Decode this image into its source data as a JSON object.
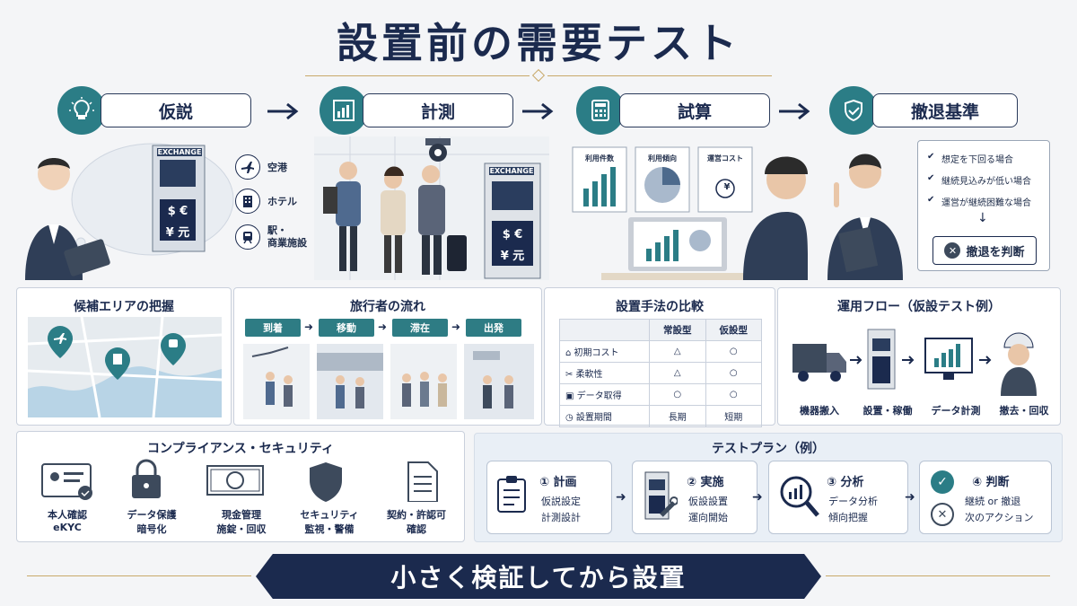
{
  "title": "設置前の需要テスト",
  "banner": "小さく検証してから設置",
  "steps": [
    {
      "label": "仮説",
      "icon": "lightbulb-icon"
    },
    {
      "label": "計測",
      "icon": "bar-chart-icon"
    },
    {
      "label": "試算",
      "icon": "calculator-icon"
    },
    {
      "label": "撤退基準",
      "icon": "shield-check-icon"
    }
  ],
  "hypothesis_places": [
    "空港",
    "ホテル",
    "駅・\n商業施設"
  ],
  "kiosk_sign": "EXCHANGE",
  "kiosk_currency": [
    "$ €",
    "¥ 元"
  ],
  "trial_cards": [
    "利用件数",
    "利用傾向",
    "運営コスト"
  ],
  "trial_yen": "¥",
  "exit_criteria": [
    "想定を下回る場合",
    "継続見込みが低い場合",
    "運営が継続困難な場合"
  ],
  "exit_decision": "撤退を判断",
  "panels": {
    "area": {
      "title": "候補エリアの把握"
    },
    "travelers": {
      "title": "旅行者の流れ",
      "flow": [
        "到着",
        "移動",
        "滞在",
        "出発"
      ]
    },
    "compare": {
      "title": "設置手法の比較",
      "headers": [
        "",
        "常設型",
        "仮設型"
      ],
      "rows": [
        {
          "label": "初期コスト",
          "a": "△",
          "b": "○"
        },
        {
          "label": "柔軟性",
          "a": "△",
          "b": "○"
        },
        {
          "label": "データ取得",
          "a": "○",
          "b": "○"
        },
        {
          "label": "設置期間",
          "a": "長期",
          "b": "短期"
        }
      ]
    },
    "ops": {
      "title": "運用フロー（仮設テスト例）",
      "steps": [
        "機器搬入",
        "設置・稼働",
        "データ計測",
        "撤去・回収"
      ]
    },
    "compliance": {
      "title": "コンプライアンス・セキュリティ",
      "items": [
        {
          "line1": "本人確認",
          "line2": "eKYC",
          "icon": "id-card-icon"
        },
        {
          "line1": "データ保護",
          "line2": "暗号化",
          "icon": "lock-icon"
        },
        {
          "line1": "現金管理",
          "line2": "施錠・回収",
          "icon": "cash-icon"
        },
        {
          "line1": "セキュリティ",
          "line2": "監視・警備",
          "icon": "shield-icon"
        },
        {
          "line1": "契約・許認可",
          "line2": "確認",
          "icon": "document-icon"
        }
      ]
    },
    "testplan": {
      "title": "テストプラン（例）",
      "cards": [
        {
          "title": "① 計画",
          "lines": [
            "仮説設定",
            "計測設計"
          ],
          "icon": "clipboard-icon"
        },
        {
          "title": "② 実施",
          "lines": [
            "仮設設置",
            "運向開始"
          ],
          "icon": "kiosk-wrench-icon"
        },
        {
          "title": "③ 分析",
          "lines": [
            "データ分析",
            "傾向把握"
          ],
          "icon": "magnifier-chart-icon"
        },
        {
          "title": "④ 判断",
          "lines": [
            "継続 or 撤退",
            "次のアクション"
          ],
          "icon": "check-x-icon"
        }
      ]
    }
  },
  "colors": {
    "navy": "#1b2a4e",
    "teal": "#2b7d86",
    "gold": "#c8a96a"
  }
}
